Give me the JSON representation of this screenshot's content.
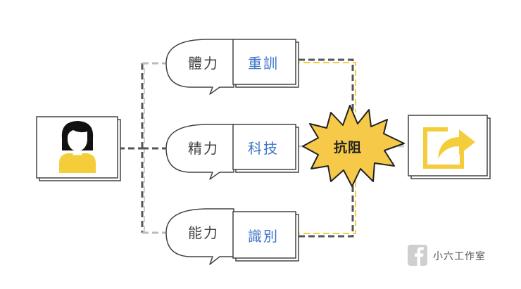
{
  "diagram": {
    "rows": [
      {
        "bubble_label": "體力",
        "card_label": "重訓"
      },
      {
        "bubble_label": "精力",
        "card_label": "科技"
      },
      {
        "bubble_label": "能力",
        "card_label": "識別"
      }
    ],
    "obstacle_label": "抗阻",
    "brand": {
      "icon": "facebook-icon",
      "text": "小六工作室"
    },
    "person_icon": "person-icon",
    "output_icon": "share-arrow-icon"
  },
  "colors": {
    "accent_yellow": "#f5cd3b",
    "card_text_blue": "#3f74c8",
    "dash_dark": "#555555",
    "dash_light": "#cccccc",
    "burst_fill": "#f7c948"
  }
}
